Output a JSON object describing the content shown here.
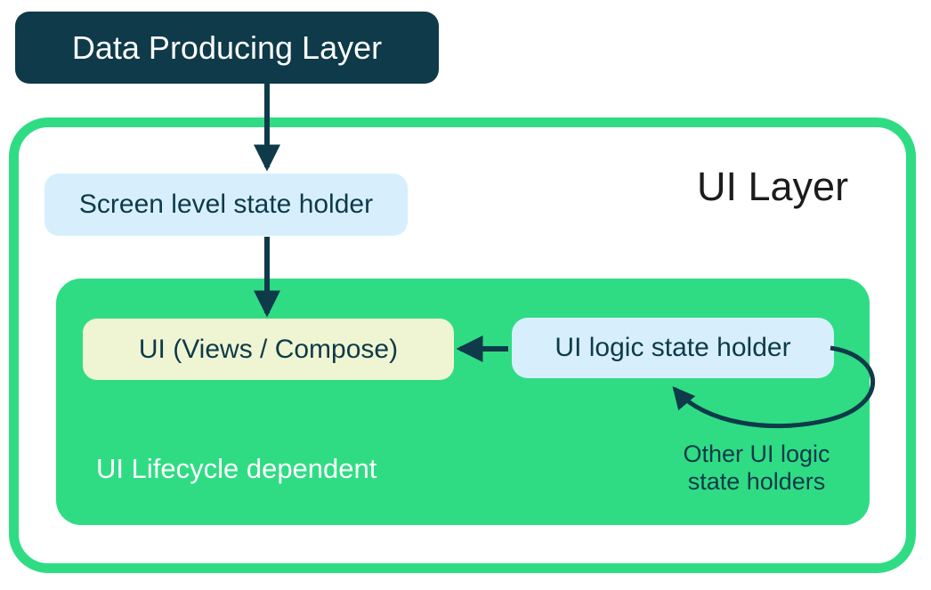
{
  "diagram": {
    "title": "UI Layer architecture diagram",
    "nodes": {
      "data_producing_layer": {
        "label": "Data Producing Layer"
      },
      "ui_layer": {
        "label": "UI Layer"
      },
      "screen_state_holder": {
        "label": "Screen level state holder"
      },
      "ui_views_compose": {
        "label": "UI (Views / Compose)"
      },
      "ui_logic_state_holder": {
        "label": "UI logic state holder"
      },
      "lifecycle_note": {
        "label": "UI Lifecycle dependent"
      },
      "other_holders_note": {
        "label": "Other UI logic\nstate holders"
      }
    },
    "arrows": [
      {
        "name": "data-to-screen-holder",
        "from": "data_producing_layer",
        "to": "screen_state_holder",
        "style": "straight-down"
      },
      {
        "name": "screen-holder-to-ui",
        "from": "screen_state_holder",
        "to": "ui_views_compose",
        "style": "straight-down"
      },
      {
        "name": "ui-logic-to-ui",
        "from": "ui_logic_state_holder",
        "to": "ui_views_compose",
        "style": "straight-left"
      },
      {
        "name": "other-holders-loop",
        "from": "ui_logic_state_holder",
        "to": "ui_logic_state_holder",
        "style": "curved-loop"
      }
    ],
    "colors": {
      "green": "#2fdc84",
      "dark_teal": "#0e3a49",
      "light_blue": "#d7effd",
      "cream": "#eff5d2",
      "title_text": "#1c1c1c",
      "white": "#ffffff"
    }
  }
}
